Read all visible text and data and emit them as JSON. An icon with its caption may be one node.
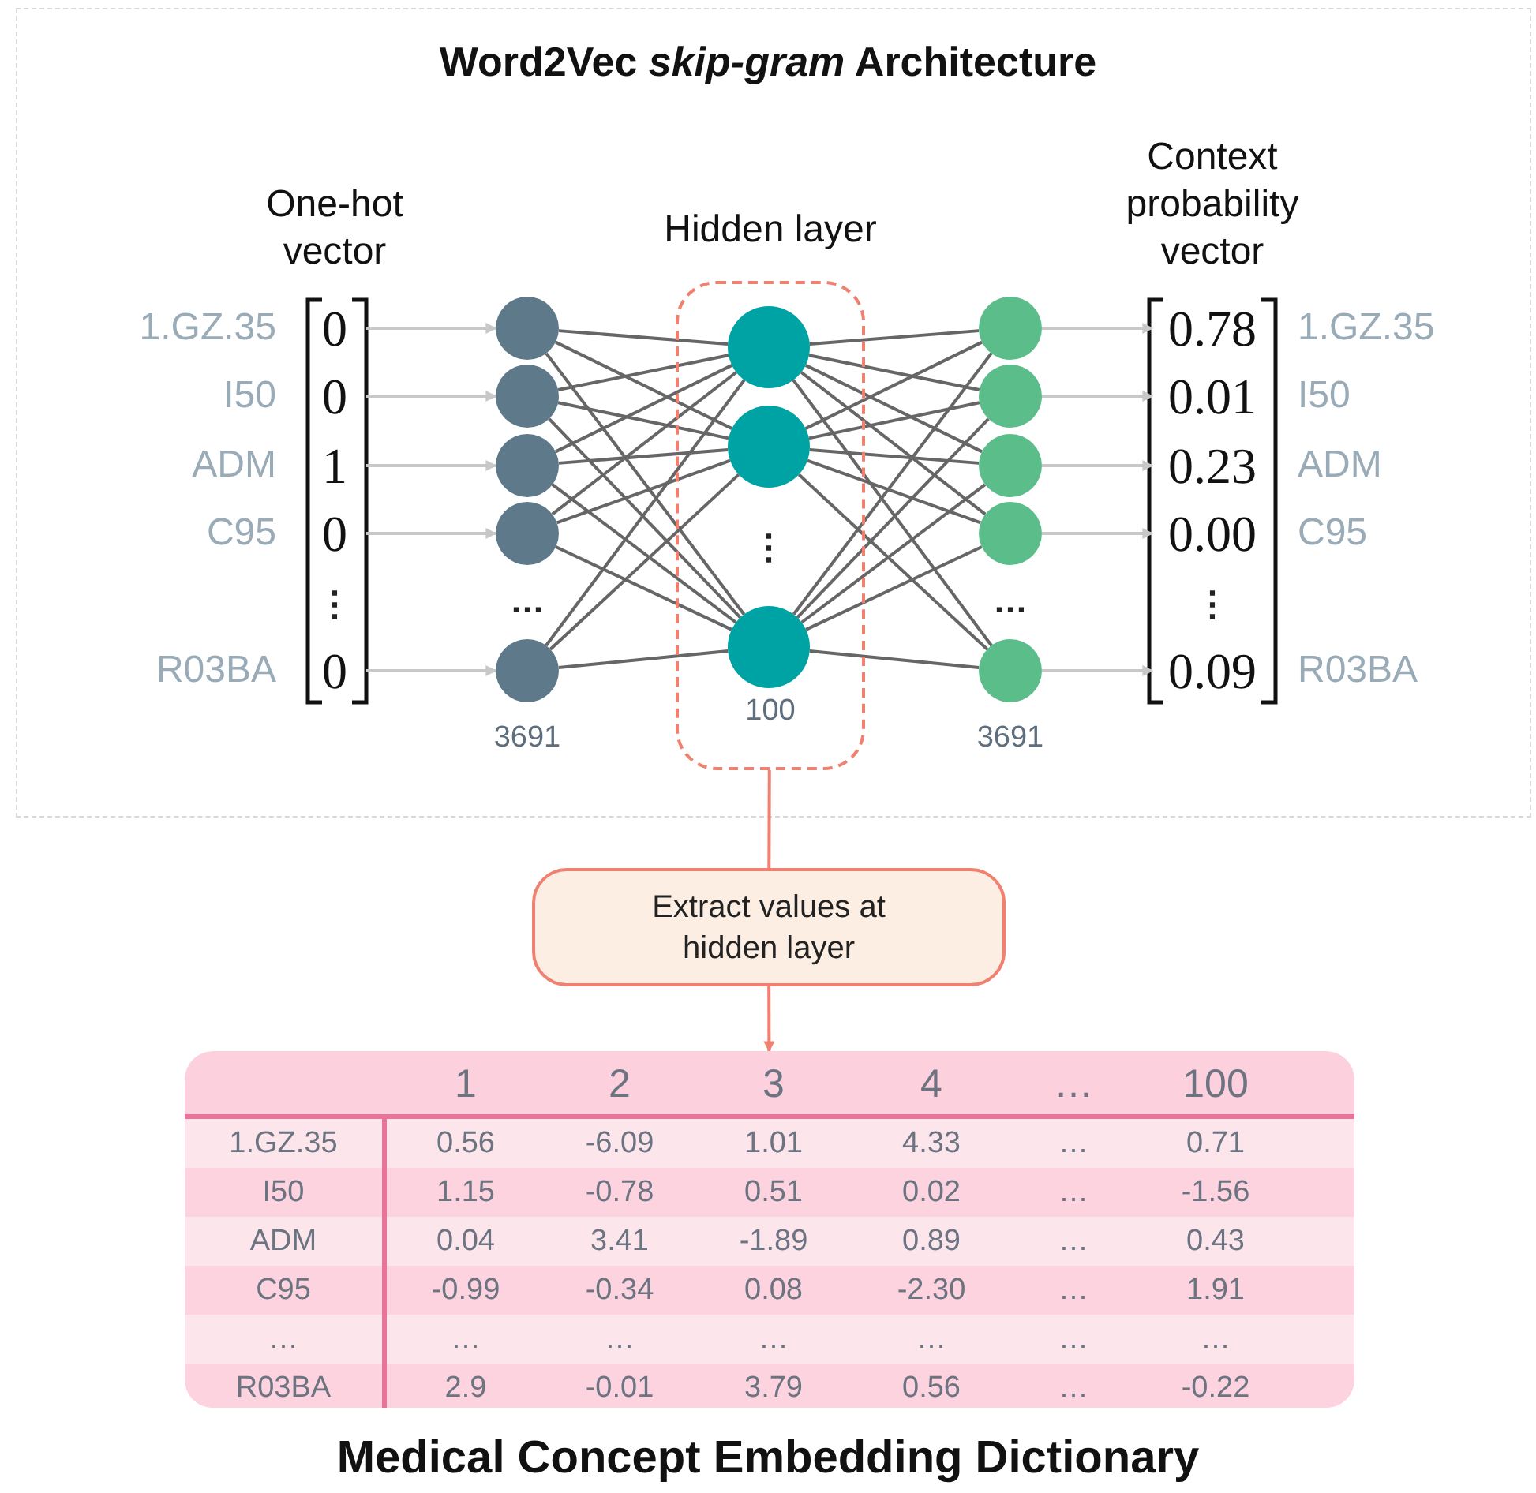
{
  "diagram": {
    "title": "Word2Vec *skip-gram* Architecture",
    "caption": "Medical Concept Embedding Dictionary",
    "nodes": [
      {
        "text": [
          "0"
        ]
      },
      {
        "text": [
          "0"
        ]
      },
      {
        "text": [
          "1"
        ]
      },
      {
        "text": [
          "0"
        ]
      },
      {
        "text": [
          "0"
        ]
      },
      {
        "text": [],
        "shape": "circle"
      },
      {
        "text": [],
        "shape": "circle"
      },
      {
        "text": [],
        "shape": "circle"
      },
      {
        "text": [],
        "shape": "circle"
      },
      {
        "text": [],
        "shape": "circle",
        "beside": [
          "3691"
        ]
      },
      {
        "text": [
          "Hidden layer",
          "100"
        ]
      },
      {
        "text": [],
        "shape": "circle",
        "in": 10
      },
      {
        "text": [],
        "shape": "circle",
        "in": 10
      },
      {
        "text": [],
        "shape": "circle",
        "in": 10
      },
      {
        "text": [],
        "shape": "circle"
      },
      {
        "text": [],
        "shape": "circle"
      },
      {
        "text": [],
        "shape": "circle"
      },
      {
        "text": [],
        "shape": "circle"
      },
      {
        "text": [],
        "shape": "circle",
        "beside": [
          "3691"
        ]
      },
      {
        "text": [
          "0.78"
        ]
      },
      {
        "text": [
          "0.01"
        ]
      },
      {
        "text": [
          "0.23"
        ]
      },
      {
        "text": [
          "0.00"
        ]
      },
      {
        "text": [
          "0.09"
        ]
      },
      {
        "text": [
          "Extract values at hidden layer"
        ]
      },
      {
        "text": [],
        "shape": "box"
      }
    ],
    "edges": [
      {
        "from": 0,
        "to": 5,
        "arrow": "to",
        "color": "#c8c8c8"
      },
      {
        "from": 1,
        "to": 6,
        "arrow": "to",
        "color": "#c8c8c8"
      },
      {
        "from": 2,
        "to": 7,
        "arrow": "to",
        "color": "#c8c8c8"
      },
      {
        "from": 3,
        "to": 8,
        "arrow": "to",
        "color": "#c8c8c8"
      },
      {
        "from": 4,
        "to": 9,
        "arrow": "to",
        "color": "#c8c8c8"
      },
      {
        "from": 5,
        "to": 11,
        "arrow": "none"
      },
      {
        "from": 5,
        "to": 12,
        "arrow": "none"
      },
      {
        "from": 5,
        "to": 13,
        "arrow": "none"
      },
      {
        "from": 6,
        "to": 11,
        "arrow": "none"
      },
      {
        "from": 6,
        "to": 12,
        "arrow": "none"
      },
      {
        "from": 6,
        "to": 13,
        "arrow": "none"
      },
      {
        "from": 7,
        "to": 11,
        "arrow": "none"
      },
      {
        "from": 7,
        "to": 12,
        "arrow": "none"
      },
      {
        "from": 7,
        "to": 13,
        "arrow": "none"
      },
      {
        "from": 8,
        "to": 11,
        "arrow": "none"
      },
      {
        "from": 8,
        "to": 12,
        "arrow": "none"
      },
      {
        "from": 8,
        "to": 13,
        "arrow": "none"
      },
      {
        "from": 9,
        "to": 11,
        "arrow": "none"
      },
      {
        "from": 9,
        "to": 12,
        "arrow": "none"
      },
      {
        "from": 9,
        "to": 13,
        "arrow": "none"
      },
      {
        "from": 11,
        "to": 14,
        "arrow": "none"
      },
      {
        "from": 11,
        "to": 15,
        "arrow": "none"
      },
      {
        "from": 11,
        "to": 16,
        "arrow": "none"
      },
      {
        "from": 11,
        "to": 17,
        "arrow": "none"
      },
      {
        "from": 11,
        "to": 18,
        "arrow": "none"
      },
      {
        "from": 12,
        "to": 14,
        "arrow": "none"
      },
      {
        "from": 12,
        "to": 15,
        "arrow": "none"
      },
      {
        "from": 12,
        "to": 16,
        "arrow": "none"
      },
      {
        "from": 12,
        "to": 17,
        "arrow": "none"
      },
      {
        "from": 12,
        "to": 18,
        "arrow": "none"
      },
      {
        "from": 13,
        "to": 14,
        "arrow": "none"
      },
      {
        "from": 13,
        "to": 15,
        "arrow": "none"
      },
      {
        "from": 13,
        "to": 16,
        "arrow": "none"
      },
      {
        "from": 13,
        "to": 17,
        "arrow": "none"
      },
      {
        "from": 13,
        "to": 18,
        "arrow": "none"
      },
      {
        "from": 14,
        "to": 19,
        "arrow": "to",
        "color": "#c8c8c8"
      },
      {
        "from": 15,
        "to": 20,
        "arrow": "to",
        "color": "#c8c8c8"
      },
      {
        "from": 16,
        "to": 21,
        "arrow": "to",
        "color": "#c8c8c8"
      },
      {
        "from": 17,
        "to": 22,
        "arrow": "to",
        "color": "#c8c8c8"
      },
      {
        "from": 18,
        "to": 23,
        "arrow": "to",
        "color": "#c8c8c8"
      },
      {
        "from": 10,
        "to": 24,
        "arrow": "none",
        "color": "#f08070"
      },
      {
        "from": 24,
        "to": 25,
        "arrow": "to",
        "color": "#f08070"
      }
    ],
    "labels": [
      "One-hot vector",
      "Context probability vector",
      "1.GZ.35",
      "I50",
      "ADM",
      "C95",
      "R03BA",
      "⋮",
      "…",
      "⋮",
      "…",
      "⋮",
      "1.GZ.35",
      "I50",
      "ADM",
      "C95",
      "R03BA",
      "1",
      "2",
      "3",
      "4",
      "…",
      "100",
      "1.GZ.35",
      "0.56",
      "-6.09",
      "1.01",
      "4.33",
      "…",
      "0.71",
      "I50",
      "1.15",
      "-0.78",
      "0.51",
      "0.02",
      "…",
      "-1.56",
      "ADM",
      "0.04",
      "3.41",
      "-1.89",
      "0.89",
      "…",
      "0.43",
      "C95",
      "-0.99",
      "-0.34",
      "0.08",
      "-2.30",
      "…",
      "1.91",
      "…",
      "…",
      "…",
      "…",
      "…",
      "…",
      "…",
      "R03BA",
      "2.9",
      "-0.01",
      "3.79",
      "0.56",
      "…",
      "-0.22"
    ]
  }
}
